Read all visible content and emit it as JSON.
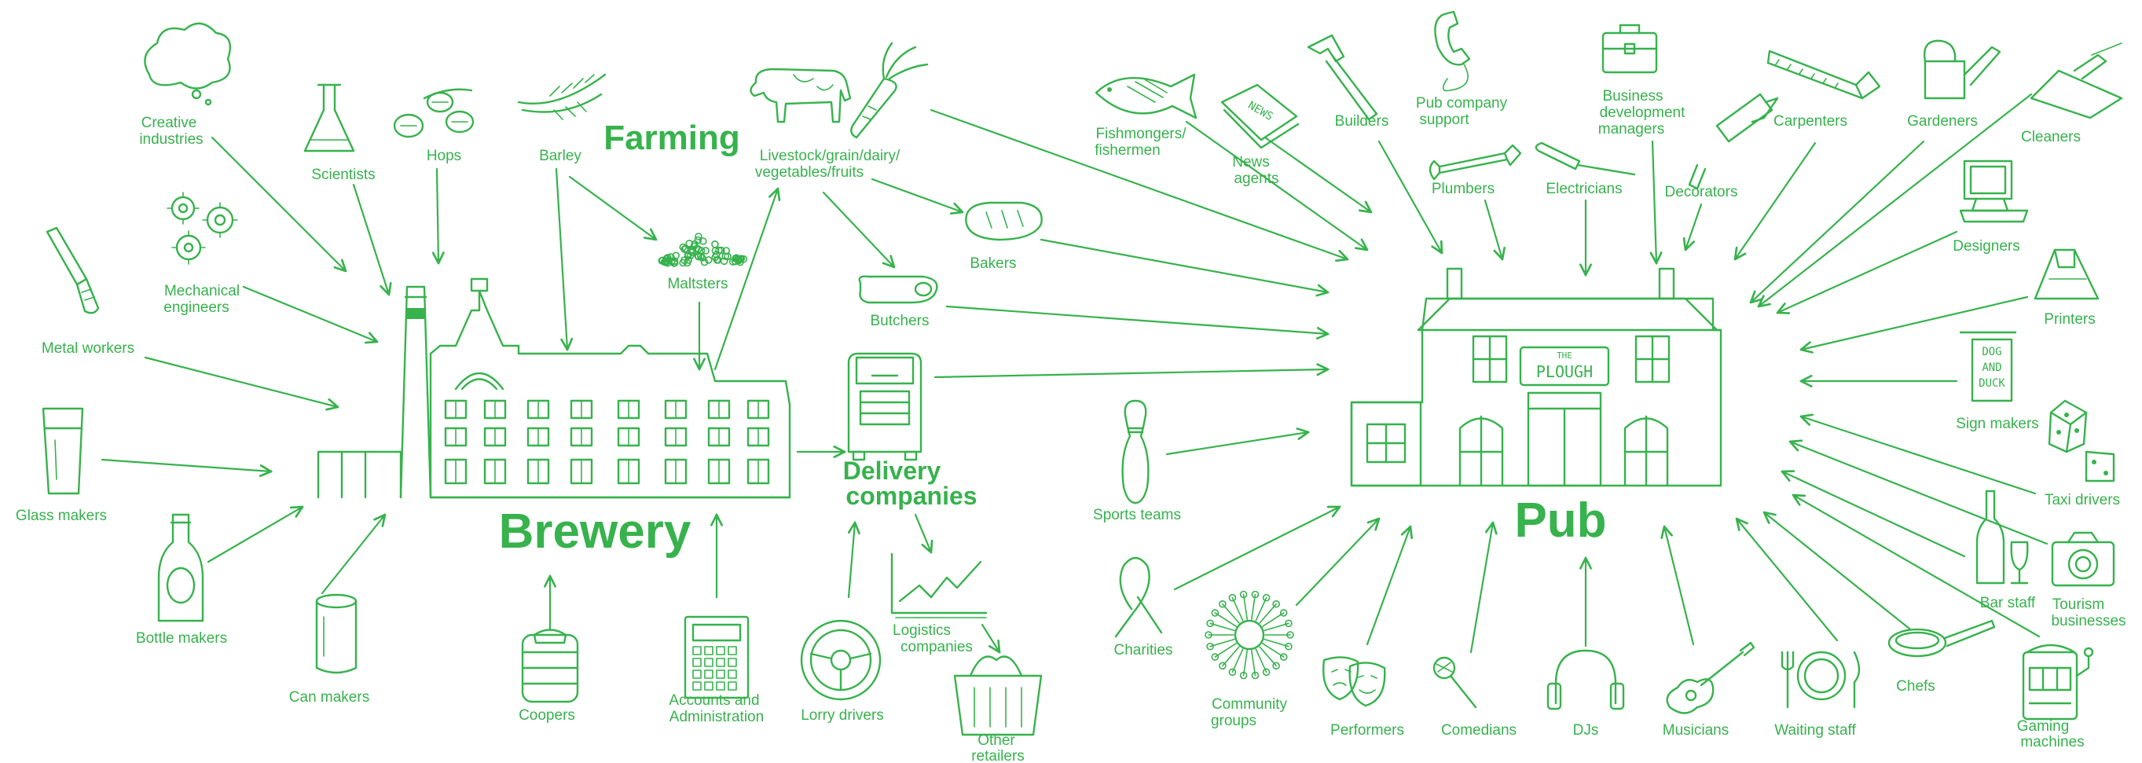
{
  "colors": {
    "ink": "#37b24d",
    "background": "#ffffff"
  },
  "hubs": {
    "brewery": "Brewery",
    "pub": "Pub",
    "farming": "Farming",
    "delivery_line1": "Delivery",
    "delivery_line2": "companies"
  },
  "pub_sign": {
    "the": "THE",
    "name": "PLOUGH"
  },
  "dog_sign": {
    "line1": "DOG",
    "line2": "AND",
    "line3": "DUCK"
  },
  "news_word": "NEWS",
  "labels": {
    "creative1": "Creative",
    "creative2": "industries",
    "scientists": "Scientists",
    "hops": "Hops",
    "barley": "Barley",
    "mech1": "Mechanical",
    "mech2": "engineers",
    "maltsters": "Maltsters",
    "metal": "Metal workers",
    "glass": "Glass makers",
    "bottle": "Bottle makers",
    "can": "Can makers",
    "coopers": "Coopers",
    "accounts1": "Accounts and",
    "accounts2": "Administration",
    "lorry": "Lorry drivers",
    "livestock1": "Livestock/grain/dairy/",
    "livestock2": "vegetables/fruits",
    "bakers": "Bakers",
    "butchers": "Butchers",
    "logistics1": "Logistics",
    "logistics2": "companies",
    "other1": "Other",
    "other2": "retailers",
    "fish1": "Fishmongers/",
    "fish2": "fishermen",
    "news1": "News",
    "news2": "agents",
    "builders": "Builders",
    "pubco1": "Pub company",
    "pubco2": "support",
    "plumbers": "Plumbers",
    "electricians": "Electricians",
    "bdm1": "Business",
    "bdm2": "development",
    "bdm3": "managers",
    "decorators": "Decorators",
    "carpenters": "Carpenters",
    "gardeners": "Gardeners",
    "cleaners": "Cleaners",
    "designers": "Designers",
    "printers": "Printers",
    "signmakers": "Sign makers",
    "taxi": "Taxi drivers",
    "barstaff": "Bar staff",
    "tourism1": "Tourism",
    "tourism2": "businesses",
    "chefs": "Chefs",
    "gaming1": "Gaming",
    "gaming2": "machines",
    "waiting": "Waiting staff",
    "musicians": "Musicians",
    "djs": "DJs",
    "comedians": "Comedians",
    "performers": "Performers",
    "community1": "Community",
    "community2": "groups",
    "charities": "Charities",
    "sports": "Sports teams"
  },
  "icons": [
    "thought-cloud-icon",
    "flask-icon",
    "hops-icon",
    "barley-icon",
    "cow-icon",
    "carrot-icon",
    "gears-icon",
    "grain-pile-icon",
    "chisel-icon",
    "pint-glass-icon",
    "bottle-icon",
    "can-icon",
    "keg-icon",
    "calculator-icon",
    "steering-wheel-icon",
    "bread-icon",
    "steak-icon",
    "truck-icon",
    "graph-icon",
    "basket-icon",
    "fish-icon",
    "newspaper-icon",
    "hammer-icon",
    "phone-icon",
    "wrench-icon",
    "screwdriver-icon",
    "briefcase-icon",
    "paint-roller-icon",
    "saw-icon",
    "watering-can-icon",
    "dustpan-icon",
    "computer-icon",
    "printer-icon",
    "pub-sign-icon",
    "dice-icon",
    "wine-bottle-icon",
    "camera-icon",
    "frying-pan-icon",
    "slot-machine-icon",
    "plate-cutlery-icon",
    "guitar-icon",
    "headphones-icon",
    "microphone-icon",
    "masks-icon",
    "flower-icon",
    "ribbon-icon",
    "bowling-pin-icon"
  ]
}
